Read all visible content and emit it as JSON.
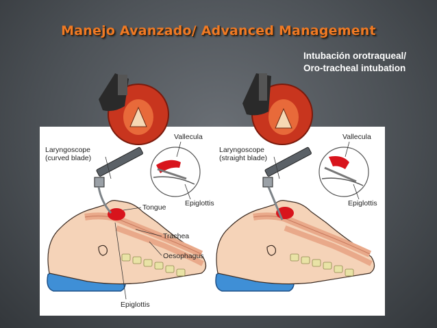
{
  "slide": {
    "title": "Manejo Avanzado/ Advanced Management",
    "subtitle_line1": "Intubación orotraqueal/",
    "subtitle_line2": "Oro-tracheal intubation"
  },
  "left_diagram": {
    "laryngoscope_line1": "Laryngoscope",
    "laryngoscope_line2": "(curved blade)",
    "vallecula": "Vallecula",
    "epiglottis_inset": "Epiglottis",
    "tongue": "Tongue",
    "trachea": "Trachea",
    "oesophagus": "Oesophagus",
    "epiglottis_bottom": "Epiglottis"
  },
  "right_diagram": {
    "laryngoscope_line1": "Laryngoscope",
    "laryngoscope_line2": "(straight blade)",
    "vallecula": "Vallecula",
    "epiglottis_inset": "Epiglottis"
  },
  "colors": {
    "title": "#f07a24",
    "tissue": "#f2c7a8",
    "epiglottis_red": "#d8141c",
    "pillow": "#3f8fd6",
    "spine": "#e9e3a6"
  }
}
